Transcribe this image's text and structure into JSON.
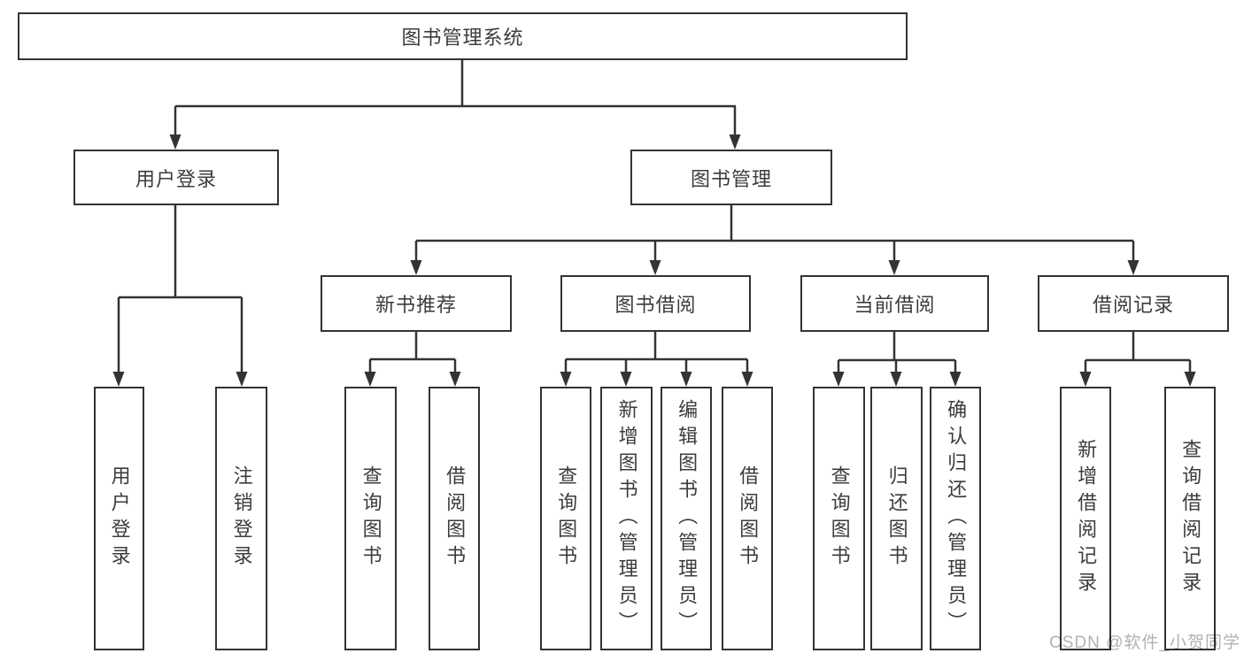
{
  "nodes": {
    "root": "图书管理系统",
    "level1": [
      "用户登录",
      "图书管理"
    ],
    "level2": [
      "新书推荐",
      "图书借阅",
      "当前借阅",
      "借阅记录"
    ],
    "login_children": [
      "用户登录",
      "注销登录"
    ],
    "recommend_children": [
      "查询图书",
      "借阅图书"
    ],
    "borrow_children": [
      "查询图书",
      "新增图书（管理员）",
      "编辑图书（管理员）",
      "借阅图书"
    ],
    "current_children": [
      "查询图书",
      "归还图书",
      "确认归还（管理员）"
    ],
    "record_children": [
      "新增借阅记录",
      "查询借阅记录"
    ]
  },
  "watermark": "CSDN @软件_小贺同学",
  "colors": {
    "line": "#333333",
    "text": "#3c3c3c",
    "watermark": "#b2b2b2",
    "background": "#ffffff"
  }
}
